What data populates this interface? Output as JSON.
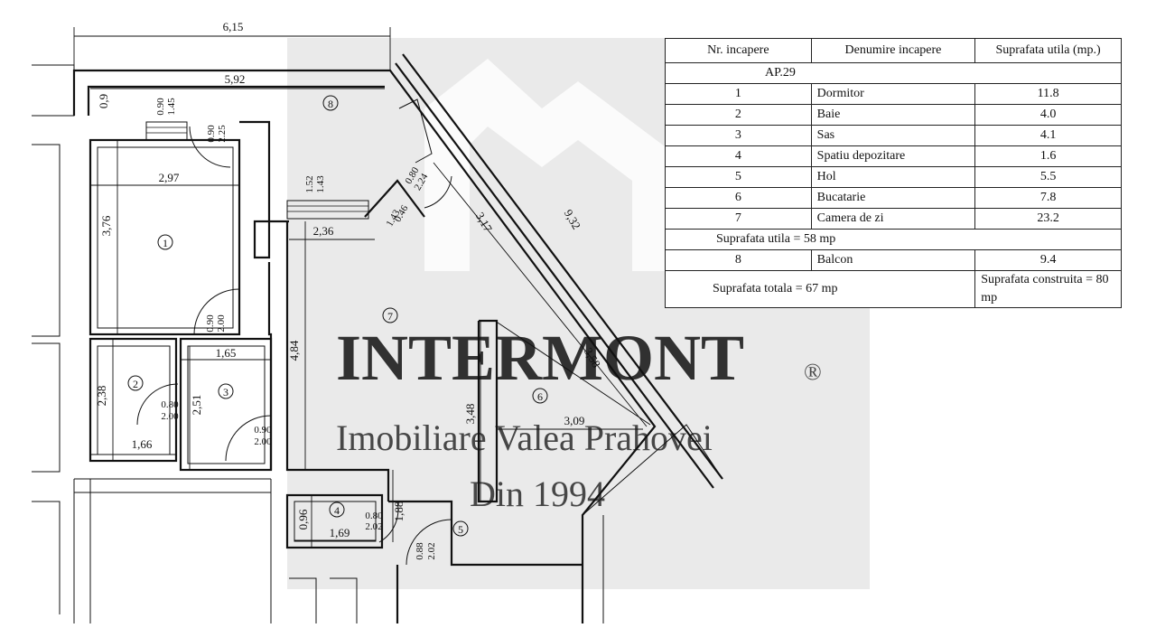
{
  "table": {
    "headers": [
      "Nr. incapere",
      "Denumire incapere",
      "Suprafata utila (mp.)"
    ],
    "apartment": "AP.29",
    "rooms": [
      {
        "nr": "1",
        "name": "Dormitor",
        "area": "11.8"
      },
      {
        "nr": "2",
        "name": "Baie",
        "area": "4.0"
      },
      {
        "nr": "3",
        "name": "Sas",
        "area": "4.1"
      },
      {
        "nr": "4",
        "name": "Spatiu depozitare",
        "area": "1.6"
      },
      {
        "nr": "5",
        "name": "Hol",
        "area": "5.5"
      },
      {
        "nr": "6",
        "name": "Bucatarie",
        "area": "7.8"
      },
      {
        "nr": "7",
        "name": "Camera de zi",
        "area": "23.2"
      }
    ],
    "usable_summary": "Suprafata utila = 58 mp",
    "balcony": {
      "nr": "8",
      "name": "Balcon",
      "area": "9.4"
    },
    "total": "Suprafata totala = 67 mp",
    "built": "Suprafata construita = 80 mp"
  },
  "watermark": {
    "brand": "INTERMONT",
    "registered": "®",
    "subtitle": "Imobiliare Valea Prahovei",
    "since": "Din 1994"
  },
  "plan": {
    "room_numbers": [
      "1",
      "2",
      "3",
      "4",
      "5",
      "6",
      "7",
      "8"
    ],
    "dimensions": {
      "top_total": "6,15",
      "top_inner": "5,92",
      "left_top": "0,9",
      "win1": "0.90",
      "win1b": "1.45",
      "door1": "0.90",
      "door1b": "2.25",
      "room1_width": "2,97",
      "room1_height": "3,76",
      "door_room1": "0.90",
      "door_room1b": "2.00",
      "win_living": "1.52",
      "win_livingb": "1.43",
      "door_balcony": "0.80",
      "door_balconyb": "2.24",
      "door_balcony2": "0.46",
      "door_balcony2b": "1.43",
      "corridor_width": "2,36",
      "diag_inner": "3,17",
      "diag_outer": "9,32",
      "sas_width": "1,65",
      "bath_height": "2,38",
      "sas_height": "2,51",
      "door_bath": "0.80",
      "door_bathb": "2.00",
      "door_sas": "0.90",
      "door_sasb": "2.00",
      "bath_width": "1,66",
      "living_height": "4,84",
      "kitchen_diag": "3,58",
      "kitchen_height": "3,48",
      "kitchen_width": "3,09",
      "storage_height": "0,96",
      "door_storage": "0.80",
      "door_storageb": "2.02",
      "storage_width": "1,69",
      "hall_height": "1,88",
      "door_entry": "0.88",
      "door_entryb": "2.02"
    }
  },
  "colors": {
    "line": "#111111",
    "watermark": "#d9d9d9",
    "background": "#ffffff"
  }
}
